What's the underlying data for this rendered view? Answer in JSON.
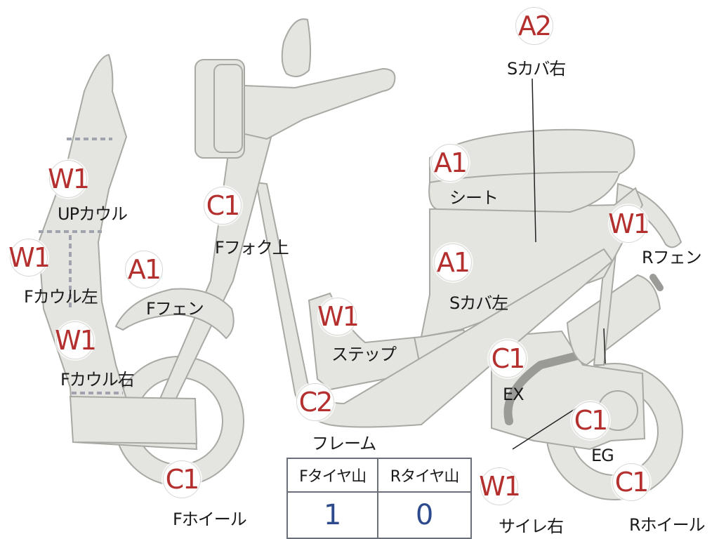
{
  "callouts": [
    {
      "id": "a2-s-cover-right",
      "code": "A2",
      "label": "Sカバ右"
    },
    {
      "id": "a1-seat",
      "code": "A1",
      "label": "シート"
    },
    {
      "id": "w1-up-cowl",
      "code": "W1",
      "label": "UPカウル"
    },
    {
      "id": "c1-f-fork-upper",
      "code": "C1",
      "label": "Fフォク上"
    },
    {
      "id": "w1-r-fender",
      "code": "W1",
      "label": "Rフェン"
    },
    {
      "id": "w1-f-cowl-left",
      "code": "W1",
      "label": "Fカウル左"
    },
    {
      "id": "a1-f-fender",
      "code": "A1",
      "label": "Fフェン"
    },
    {
      "id": "a1-s-cover-left",
      "code": "A1",
      "label": "Sカバ左"
    },
    {
      "id": "w1-step",
      "code": "W1",
      "label": "ステップ"
    },
    {
      "id": "w1-f-cowl-right",
      "code": "W1",
      "label": "Fカウル右"
    },
    {
      "id": "c1-ex",
      "code": "C1",
      "label": "EX"
    },
    {
      "id": "c2-frame",
      "code": "C2",
      "label": "フレーム"
    },
    {
      "id": "c1-eg",
      "code": "C1",
      "label": "EG"
    },
    {
      "id": "c1-f-wheel",
      "code": "C1",
      "label": "Fホイール"
    },
    {
      "id": "w1-muffler-right",
      "code": "W1",
      "label": "サイレ右"
    },
    {
      "id": "c1-r-wheel",
      "code": "C1",
      "label": "Rホイール"
    }
  ],
  "tire_table": {
    "headers": [
      "Fタイヤ山",
      "Rタイヤ山"
    ],
    "values": [
      "1",
      "0"
    ]
  },
  "colors": {
    "callout_code": "#b4302f",
    "table_value": "#2d4a8c",
    "part_fill": "#e4e4e0",
    "part_stroke": "#a9a9a4"
  }
}
